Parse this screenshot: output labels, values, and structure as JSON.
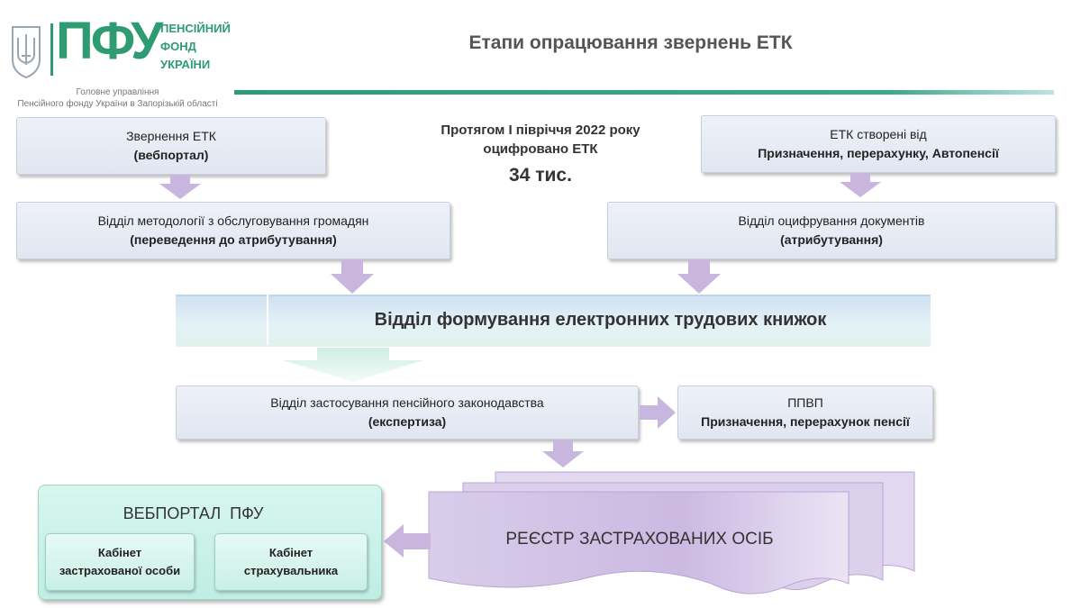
{
  "header": {
    "logo_main": "ПФУ",
    "logo_line1": "ПЕНСІЙНИЙ",
    "logo_line2": "ФОНД",
    "logo_line3": "УКРАЇНИ",
    "subtitle_line1": "Головне управління",
    "subtitle_line2": "Пенсійного фонду України в Запорізькій області",
    "title": "Етапи опрацювання звернень ЕТК"
  },
  "left_col": {
    "box1_line1": "Звернення ЕТК",
    "box1_line2": "(вебпортал)",
    "box2_line1": "Відділ методології з обслуговування громадян",
    "box2_line2": "(переведення до атрибутування)"
  },
  "center_stat": {
    "line1": "Протягом І півріччя 2022 року",
    "line2": "оцифровано ЕТК",
    "value": "34 тис."
  },
  "right_col": {
    "box1_line1": "ЕТК створені від",
    "box1_line2": "Призначення, перерахунку, Автопенсії",
    "box2_line1": "Відділ оцифрування документів",
    "box2_line2": "(атрибутування)"
  },
  "band": {
    "label": "Відділ формування електронних трудових книжок"
  },
  "expertise": {
    "line1": "Відділ застосування пенсійного законодавства",
    "line2": "(експертиза)"
  },
  "ppvp": {
    "line1": "ППВП",
    "line2": "Призначення, перерахунок пенсії"
  },
  "registry": {
    "label": "РЕЄСТР ЗАСТРАХОВАНИХ ОСІБ"
  },
  "webportal": {
    "title": "ВЕБПОРТАЛ  ПФУ",
    "cab1_line1": "Кабінет",
    "cab1_line2": "застрахованої особи",
    "cab2_line1": "Кабінет",
    "cab2_line2": "страхувальника"
  },
  "colors": {
    "logo_green": "#2e9b72",
    "arrow_purple": "#c9b6de",
    "registry_purple": "#d4c5e8",
    "band_blue": "#cfe2f2",
    "web_mint": "#c8efe4"
  }
}
